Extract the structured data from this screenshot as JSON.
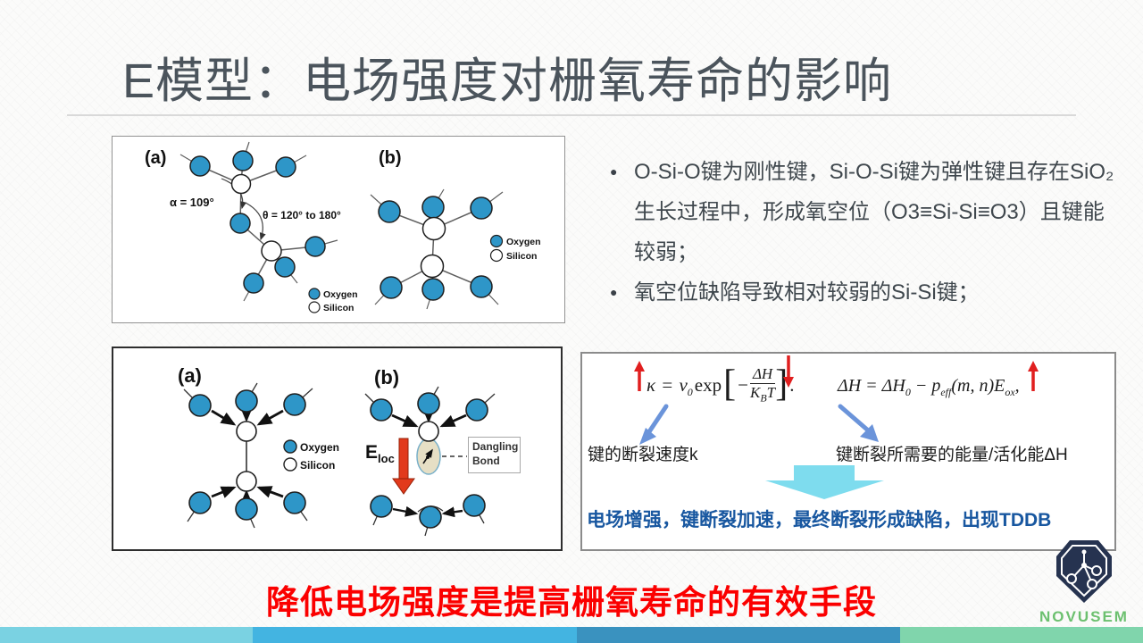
{
  "title": "E模型：电场强度对栅氧寿命的影响",
  "bullets": [
    {
      "text": "O-Si-O键为刚性键，Si-O-Si键为弹性键且存在SiO₂生长过程中，形成氧空位（O3≡Si-Si≡O3）且键能较弱；"
    },
    {
      "text": "氧空位缺陷导致相对较弱的Si-Si键；"
    }
  ],
  "diagram_top": {
    "label_a": "(a)",
    "label_b": "(b)",
    "alpha_label": "α = 109°",
    "theta_label": "θ = 120° to 180°",
    "legend_oxygen": "Oxygen",
    "legend_silicon": "Silicon"
  },
  "diagram_bottom": {
    "label_a": "(a)",
    "label_b": "(b)",
    "legend_oxygen": "Oxygen",
    "legend_silicon": "Silicon",
    "e_loc_main": "E",
    "e_loc_sub": "loc",
    "dangling_bond_label": "Dangling Bond"
  },
  "formula_panel": {
    "k_formula": {
      "kappa": "κ",
      "eq": " = ",
      "v": "v",
      "v_sub": "0",
      "exp": "exp",
      "bracket_l": "[",
      "minus": "−",
      "num": "ΔH",
      "den_K": "K",
      "den_K_sub": "B",
      "den_T": "T",
      "bracket_r": "]",
      "period": "."
    },
    "h_formula": {
      "lead": "ΔH = ΔH",
      "sub0": "0",
      "mid": " − p",
      "sub_eff": "eff",
      "args": "(m, n)E",
      "sub_ox": "ox",
      "comma": ","
    },
    "label_k": "键的断裂速度k",
    "label_h": "键断裂所需要的能量/活化能ΔH",
    "conclusion": "电场增强，键断裂加速，最终断裂形成缺陷，出现TDDB"
  },
  "slogan": "降低电场强度是提高栅氧寿命的有效手段",
  "logo": {
    "text": "NOVUSEM"
  },
  "colors": {
    "title_gray": "#4b545c",
    "oxygen_blue": "#2e96c8",
    "silicon_white": "#ffffff",
    "red_arrow": "#e11f1f",
    "blue_arrow": "#6b94da",
    "cyan_arrow": "#7edcee",
    "conclusion_blue": "#1857a0",
    "slogan_red": "#fb0000",
    "logo_navy": "#263350",
    "logo_green": "#6cc06f",
    "footer_bar": [
      "#7ad2e2",
      "#43b4e1",
      "#3a92bf",
      "#80d5ac"
    ]
  }
}
